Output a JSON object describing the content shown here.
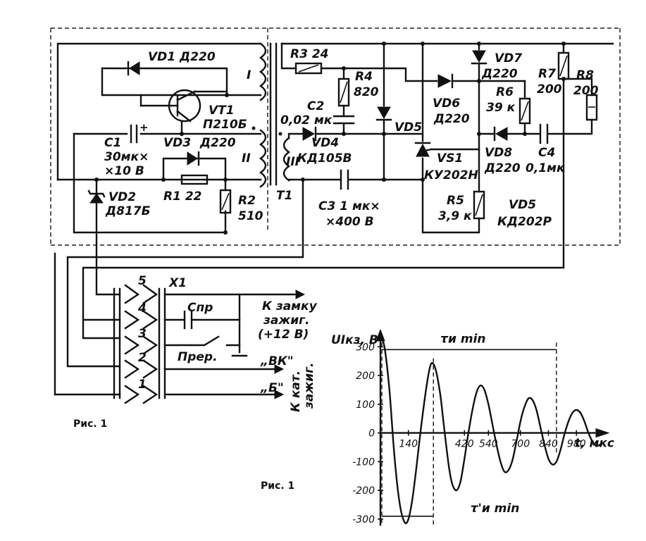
{
  "components": {
    "vd1": "VD1  Д220",
    "vt1": "VT1",
    "vt1_type": "П210Б",
    "c1": "C1",
    "c1_value1": "30мк×",
    "c1_value2": "×10 В",
    "vd3": "VD3",
    "vd3_type": "Д220",
    "r1": "R1  22",
    "r2": "R2",
    "r2_value": "510",
    "vd2": "VD2",
    "vd2_type": "Д817Б",
    "winding_1": "I",
    "winding_2": "II",
    "winding_3": "III",
    "t1": "T1",
    "r3": "R3  24",
    "r4": "R4",
    "r4_value": "820",
    "c2": "C2",
    "c2_value": "0,02 мк",
    "vd4": "VD4",
    "vd4_type": "КД105В",
    "vd5_label": "VD5",
    "c3": "C3  1 мк×",
    "c3_value": "×400 В",
    "vd6": "VD6",
    "vd6_type": "Д220",
    "vs1": "VS1",
    "vs1_type": "КУ202Н",
    "r5": "R5",
    "r5_value": "3,9 к",
    "vd7": "VD7",
    "vd7_type": "Д220",
    "r6": "R6",
    "r6_value": "39 к",
    "r7": "R7",
    "r7_value": "200",
    "r8": "R8",
    "r8_value": "200",
    "vd8": "VD8",
    "vd8_type": "Д220",
    "c4": "C4",
    "c4_value": "0,1мк",
    "vd5_note": "VD5",
    "vd5_note_type": "КД202Р"
  },
  "connector": {
    "name": "X1",
    "pins": [
      "5",
      "4",
      "3",
      "2",
      "1"
    ],
    "cpr": "Cпр",
    "prer": "Прер.",
    "to_lock_1": "К замку",
    "to_lock_2": "зажиг.",
    "to_lock_3": "(+12 В)",
    "vk": "„ВК\"",
    "b": "„Б\"",
    "to_coil_1": "К кат.",
    "to_coil_2": "зажиг."
  },
  "captions": {
    "fig1_left": "Рис. 1",
    "fig1_right": "Рис. 1"
  },
  "chart_data": {
    "type": "line",
    "ylabel": "UIкз, B",
    "xlabel": "t, мкс",
    "x_ticks": [
      "140",
      "420",
      "540",
      "700",
      "840",
      "980"
    ],
    "y_ticks": [
      "300",
      "200",
      "100",
      "0",
      "-100",
      "-200",
      "-300"
    ],
    "ylim": [
      -320,
      340
    ],
    "xlim": [
      0,
      1120
    ],
    "annotations": [
      "τи min",
      "τ'и min"
    ],
    "series": [
      {
        "x": [
          0,
          20,
          45,
          70,
          95,
          120,
          140,
          160,
          180,
          205,
          230,
          250,
          265,
          280,
          300,
          315,
          330,
          345,
          360,
          380,
          400,
          420,
          440,
          460,
          480,
          500,
          520,
          540,
          560,
          580,
          600,
          620,
          640,
          660,
          680,
          700,
          720,
          740,
          760,
          780,
          800,
          820,
          840,
          860,
          880,
          900,
          920,
          940,
          960,
          980,
          1000,
          1020,
          1040,
          1060,
          1080,
          1100
        ],
        "y": [
          330,
          300,
          150,
          -80,
          -240,
          -310,
          -300,
          -230,
          -120,
          30,
          160,
          235,
          240,
          210,
          130,
          40,
          -50,
          -130,
          -180,
          -200,
          -170,
          -90,
          0,
          80,
          140,
          165,
          150,
          100,
          30,
          -40,
          -100,
          -135,
          -130,
          -95,
          -30,
          40,
          90,
          120,
          115,
          80,
          20,
          -40,
          -90,
          -110,
          -100,
          -60,
          -5,
          40,
          70,
          80,
          70,
          40,
          0,
          -30,
          -45,
          -40
        ]
      }
    ]
  }
}
